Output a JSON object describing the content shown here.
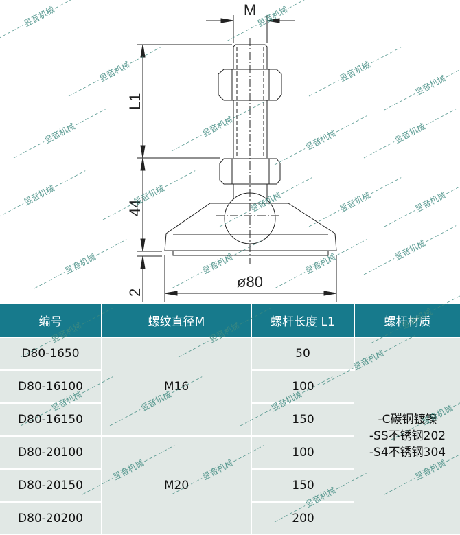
{
  "drawing": {
    "title": "Leveling foot technical drawing",
    "dimensions": {
      "thread_diameter_label": "M",
      "length_label": "L1",
      "height_label": "44",
      "base_thickness_label": "2",
      "base_diameter_label": "ø80"
    }
  },
  "table": {
    "headers": [
      "编号",
      "螺纹直径M",
      "螺杆长度 L1",
      "螺杆材质"
    ],
    "rows": [
      {
        "code": "D80-1650",
        "length": "50"
      },
      {
        "code": "D80-16100",
        "length": "100"
      },
      {
        "code": "D80-16150",
        "length": "150"
      },
      {
        "code": "D80-20100",
        "length": "100"
      },
      {
        "code": "D80-20150",
        "length": "150"
      },
      {
        "code": "D80-20200",
        "length": "200"
      }
    ],
    "thread_groups": [
      {
        "label": "M16",
        "rowspan": 3
      },
      {
        "label": "M20",
        "rowspan": 3
      }
    ],
    "material_lines": [
      "-C碳钢镀镍",
      "-SS不锈钢202",
      "-S4不锈钢304"
    ]
  },
  "watermark": {
    "text": "昱音机械",
    "color": "#3f8a80"
  },
  "colors": {
    "header_bg": "#177a8c",
    "cell_bg": "#e1e8e5",
    "border": "#ffffff"
  }
}
